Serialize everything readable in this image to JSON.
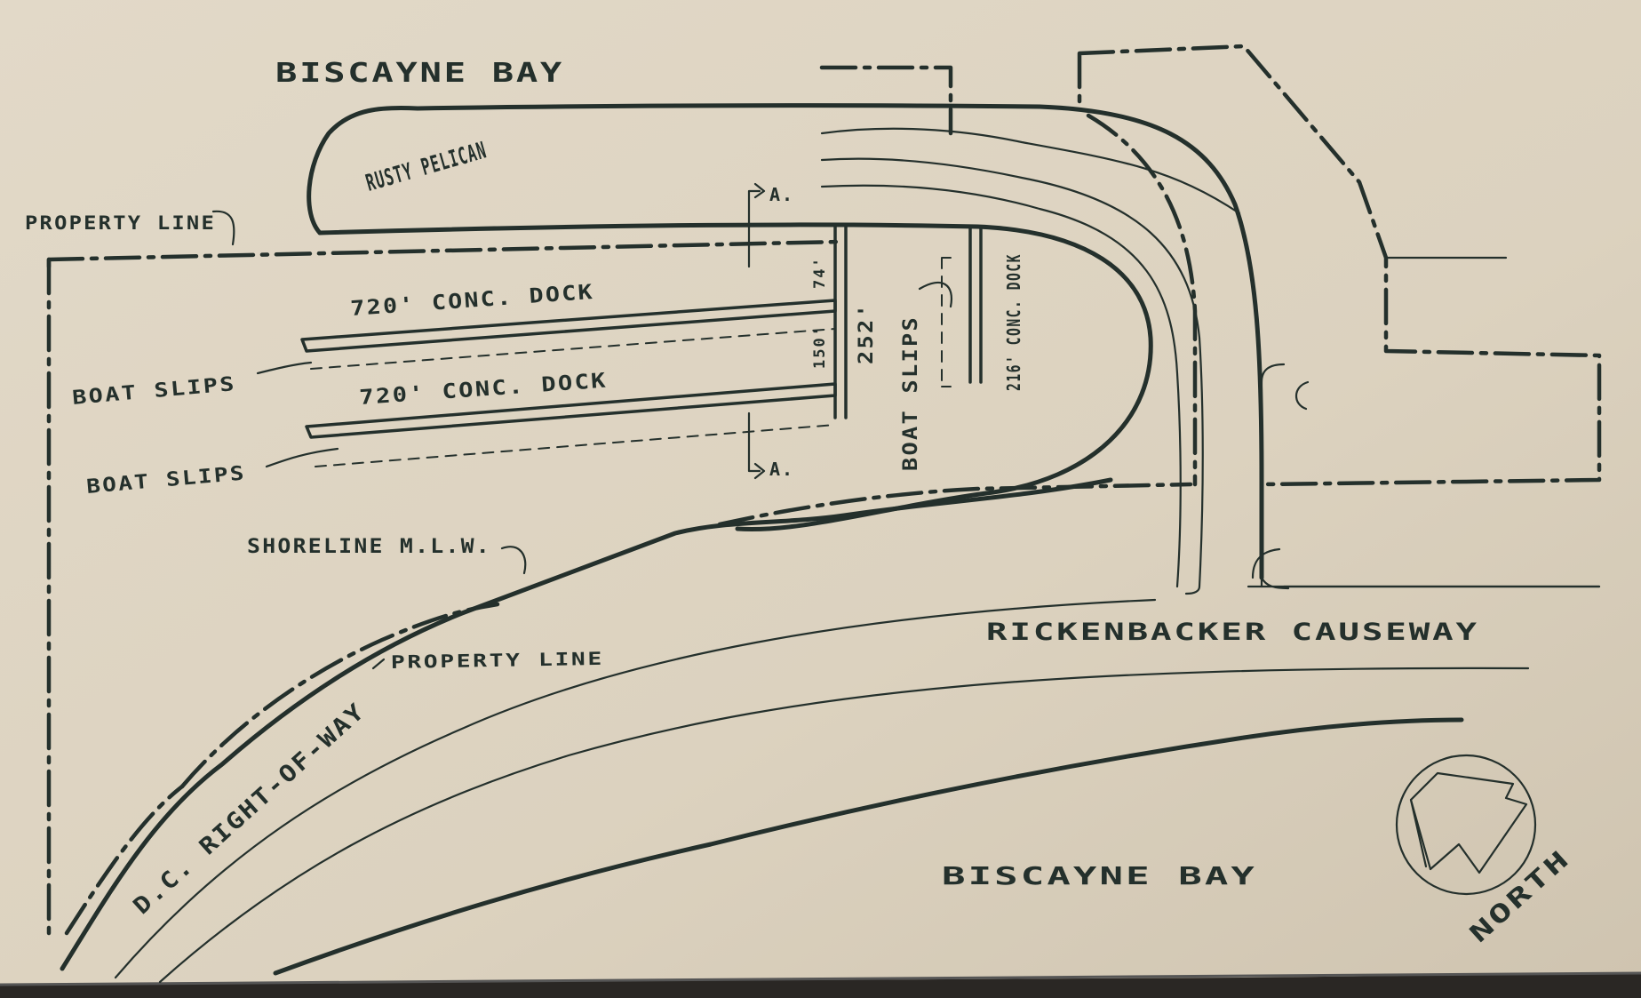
{
  "labels": {
    "bay_north": "BISCAYNE BAY",
    "bay_south": "BISCAYNE BAY",
    "restaurant": "RUSTY PELICAN",
    "property_line_top": "PROPERTY LINE",
    "property_line_bottom": "PROPERTY LINE",
    "dock_upper": "720' CONC. DOCK",
    "dock_lower": "720' CONC. DOCK",
    "boat_slips_upper": "BOAT SLIPS",
    "boat_slips_lower": "BOAT SLIPS",
    "boat_slips_vertical": "BOAT SLIPS",
    "dock_vertical": "216' CONC. DOCK",
    "length_252": "252'",
    "dim_74": "74'",
    "dim_150": "150'",
    "section_top": "A.",
    "section_bottom": "A.",
    "shoreline": "SHORELINE M.L.W.",
    "causeway": "RICKENBACKER CAUSEWAY",
    "right_of_way": "D.C. RIGHT-OF-WAY",
    "north": "NORTH"
  },
  "colors": {
    "paper": "#ddd3c1",
    "ink": "#24302c"
  },
  "icons": {
    "north_arrow": "north-arrow-icon"
  }
}
